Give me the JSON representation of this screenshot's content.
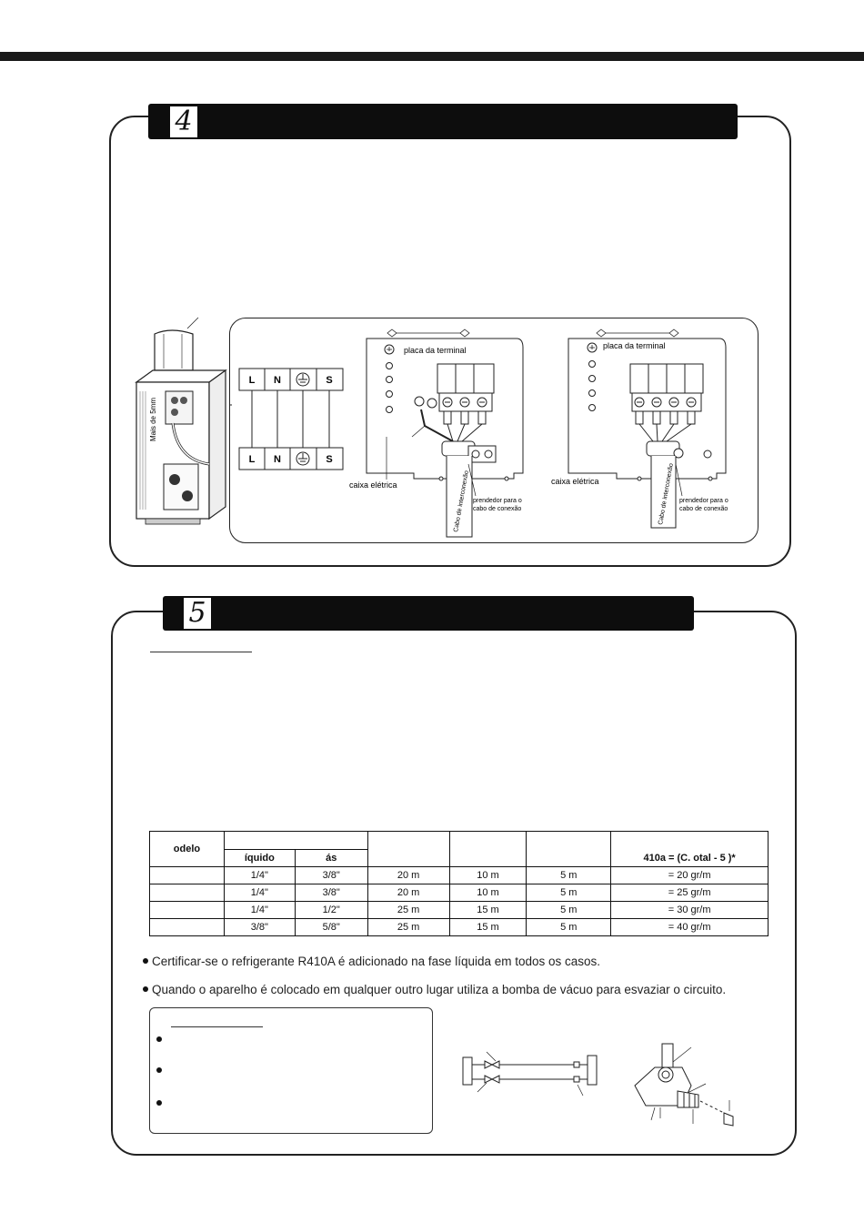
{
  "section4": {
    "number": "4",
    "diagram": {
      "unit_label": "Mais de 5mm",
      "terminals_top": [
        "L",
        "N",
        "S"
      ],
      "terminals_bottom": [
        "L",
        "N",
        "S"
      ],
      "earth_icon": "earth-ground-icon",
      "left_detail": {
        "terminal_board": "placa da terminal",
        "electric_box": "caixa elétrica",
        "cable": "Cabo de interconexão",
        "clamp_line1": "prendedor para o",
        "clamp_line2": "cabo de conexão"
      },
      "right_detail": {
        "terminal_board": "placa da terminal",
        "electric_box": "caixa elétrica",
        "cable": "Cabo de interconexão",
        "clamp_line1": "prendedor para o",
        "clamp_line2": "cabo de conexão"
      }
    }
  },
  "section5": {
    "number": "5",
    "table": {
      "header_model": "odelo",
      "header_liquid": "íquido",
      "header_gas": "ás",
      "header_formula": "410a = (C.    otal - 5 )*",
      "rows": [
        {
          "liquid": "1/4\"",
          "gas": "3/8\"",
          "c1": "20 m",
          "c2": "10 m",
          "c3": "5 m",
          "formula": "= 20 gr/m"
        },
        {
          "liquid": "1/4\"",
          "gas": "3/8\"",
          "c1": "20 m",
          "c2": "10 m",
          "c3": "5 m",
          "formula": "= 25 gr/m"
        },
        {
          "liquid": "1/4\"",
          "gas": "1/2\"",
          "c1": "25 m",
          "c2": "15 m",
          "c3": "5 m",
          "formula": "= 30 gr/m"
        },
        {
          "liquid": "3/8\"",
          "gas": "5/8\"",
          "c1": "25 m",
          "c2": "15 m",
          "c3": "5 m",
          "formula": "= 40 gr/m"
        }
      ]
    },
    "bullets": [
      "Certificar-se o refrigerante R410A é adicionado na fase líquida em todos os casos.",
      "Quando o aparelho é colocado em qualquer outro lugar utiliza a bomba de vácuo para esvaziar o circuito."
    ]
  }
}
